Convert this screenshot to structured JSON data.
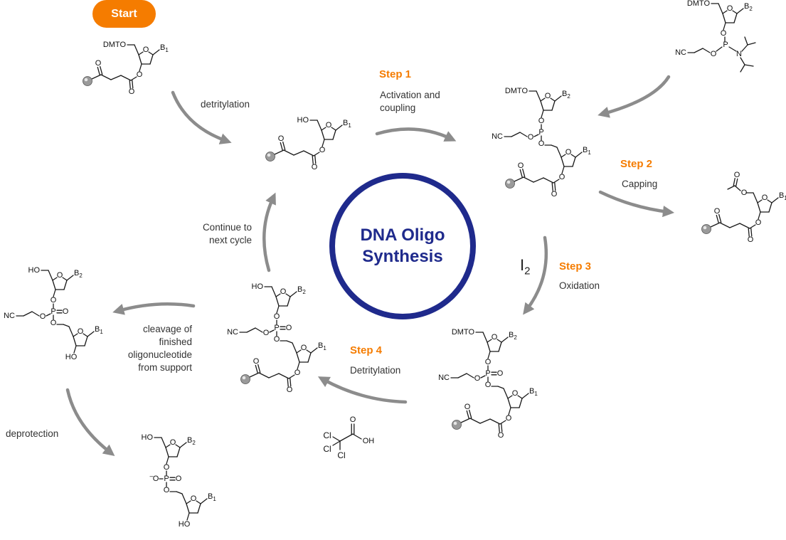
{
  "start_label": "Start",
  "center_title": [
    "DNA Oligo",
    "Synthesis"
  ],
  "steps": [
    {
      "label": "Step 1",
      "desc": [
        "Activation and",
        "coupling"
      ]
    },
    {
      "label": "Step 2",
      "desc": [
        "Capping"
      ]
    },
    {
      "label": "Step 3",
      "desc": [
        "Oxidation"
      ]
    },
    {
      "label": "Step 4",
      "desc": [
        "Detritylation"
      ]
    }
  ],
  "labels": {
    "detritylation": "detritylation",
    "continue": [
      "Continue to",
      "next cycle"
    ],
    "cleavage": [
      "cleavage of",
      "finished",
      "oligonucleotide",
      "from support"
    ],
    "deprotection": "deprotection"
  },
  "reagent_i2": {
    "base": "I",
    "sub": "2"
  },
  "chem": {
    "dmto": "DMTO",
    "ho": "HO",
    "o": "O",
    "p": "P",
    "n": "N",
    "nc": "NC",
    "cl": "Cl",
    "oh": "OH",
    "neg_o": "O",
    "minus": "–",
    "b1": "B",
    "b1_sub": "1",
    "b2": "B",
    "b2_sub": "2"
  },
  "colors": {
    "accent": "#f57c00",
    "navy": "#1f2a8c",
    "arrow": "#8c8c8c",
    "bond": "#1a1a1a"
  }
}
